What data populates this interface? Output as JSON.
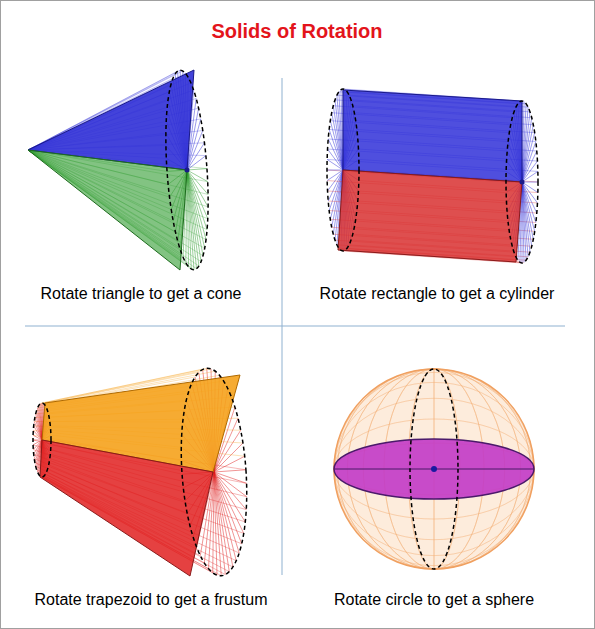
{
  "diagram": {
    "title": "Solids of Rotation",
    "labels": [
      "Rotate triangle to get a cone",
      "Rotate rectangle to get a cylinder",
      "Rotate trapezoid to get a frustum",
      "Rotate circle to get a sphere"
    ]
  }
}
